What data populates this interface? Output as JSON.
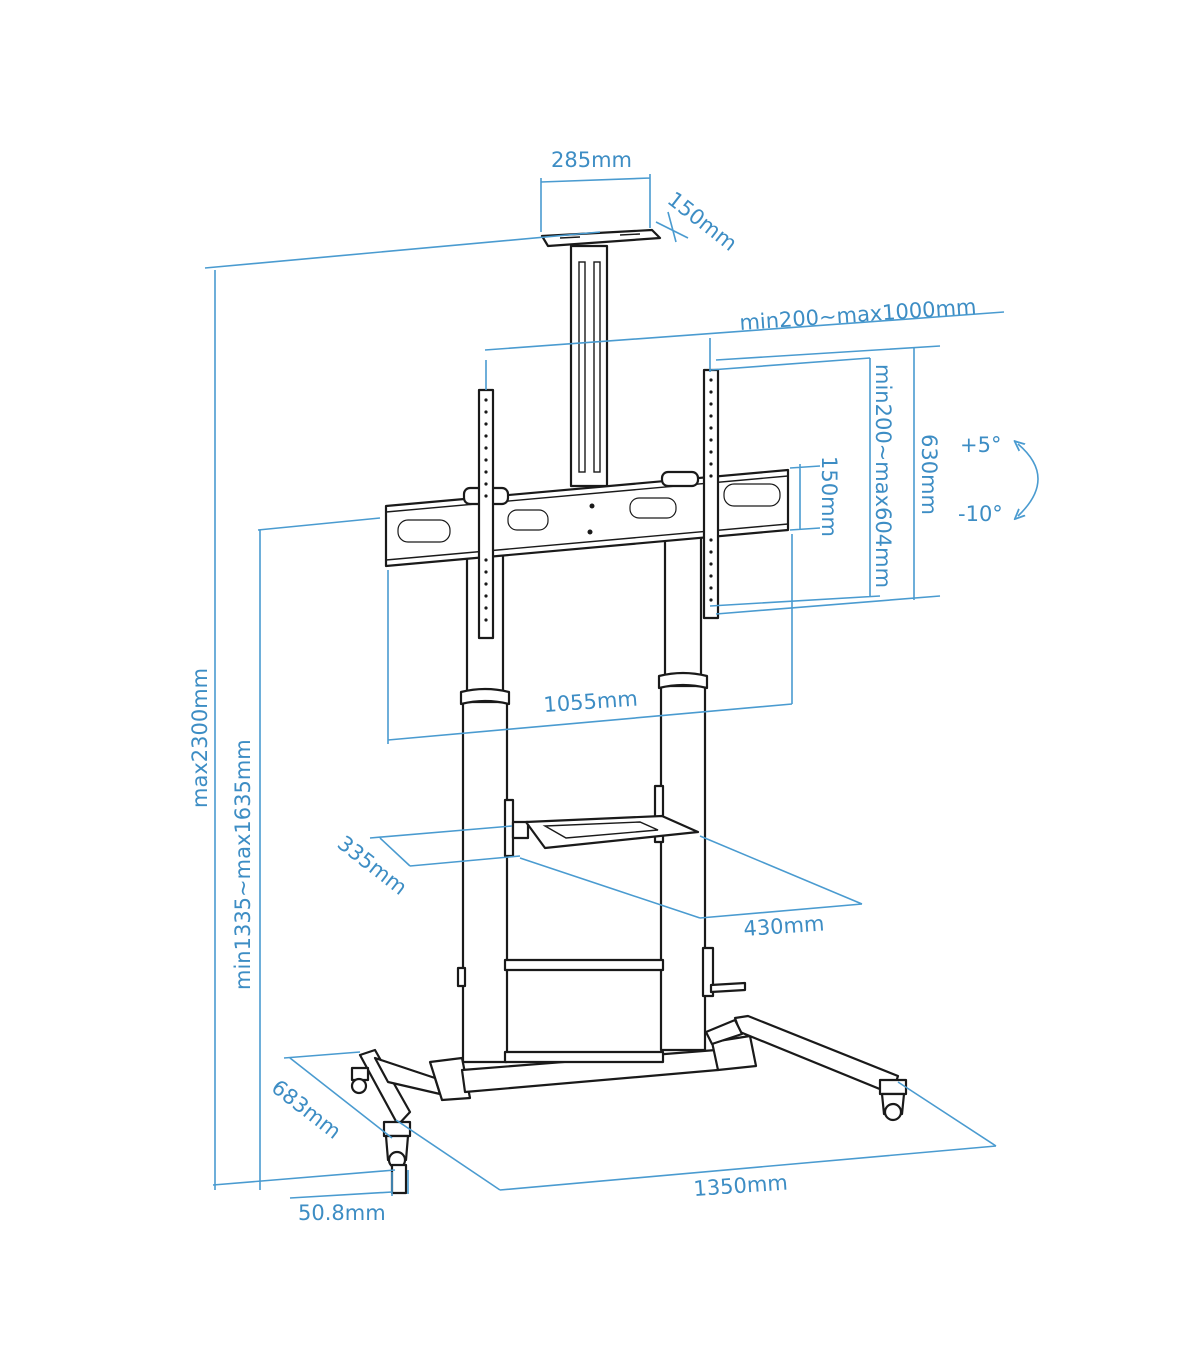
{
  "dimensions": {
    "top_shelf_width": "285mm",
    "top_shelf_depth": "150mm",
    "vesa_horizontal": "min200~max1000mm",
    "vesa_vertical": "min200~max604mm",
    "bracket_height": "630mm",
    "crossbar_height": "150mm",
    "bracket_width": "1055mm",
    "total_height": "max2300mm",
    "center_height": "min1335~max1635mm",
    "shelf_depth": "335mm",
    "shelf_width": "430mm",
    "base_depth": "683mm",
    "base_width": "1350mm",
    "pole_diameter": "50.8mm",
    "tilt_up": "+5°",
    "tilt_down": "-10°"
  },
  "colors": {
    "dimension_lines": "#4a9bd0",
    "dimension_text": "#3d8dc4",
    "drawing_lines": "#1a1a1a"
  }
}
